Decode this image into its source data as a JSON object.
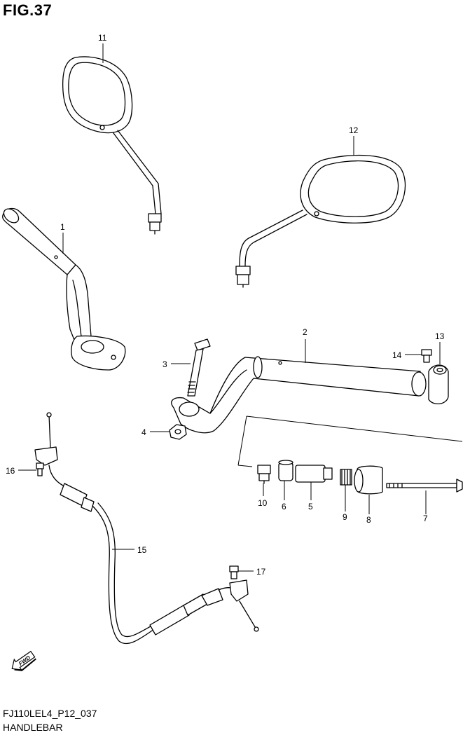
{
  "figure": {
    "title": "FIG.37"
  },
  "footer": {
    "code": "FJ110LEL4_P12_037",
    "name": "HANDLEBAR"
  },
  "fwd_label": "FWD",
  "callouts": [
    "1",
    "2",
    "3",
    "4",
    "5",
    "6",
    "7",
    "8",
    "9",
    "10",
    "11",
    "12",
    "13",
    "14",
    "15",
    "16",
    "17"
  ]
}
